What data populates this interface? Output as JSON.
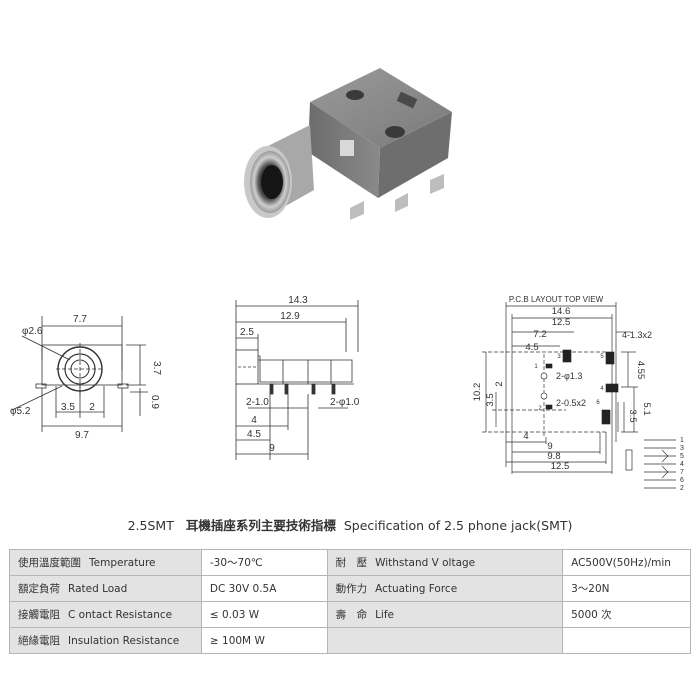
{
  "front_view": {
    "dim_top": "7.7",
    "dim_hole": "φ2.6",
    "dim_right": "3.7",
    "dim_left": "φ5.2",
    "dim_35": "3.5",
    "dim_2": "2",
    "dim_09": "0.9",
    "dim_bottom": "9.7"
  },
  "side_view": {
    "dim_143": "14.3",
    "dim_129": "12.9",
    "dim_25": "2.5",
    "dim_pin_left": "2-1.0",
    "dim_pin_right": "2-φ1.0",
    "dim_4": "4",
    "dim_45": "4.5",
    "dim_9": "9"
  },
  "pcb_view": {
    "title": "P.C.B LAYOUT TOP VIEW",
    "dim_146": "14.6",
    "dim_125_top": "12.5",
    "dim_72": "7.2",
    "dim_45_top": "4.5",
    "dim_hole": "2-φ1.3",
    "dim_slot": "2-0.5x2",
    "dim_pads": "4-1.3x2",
    "dim_102": "10.2",
    "dim_35_left": "3.5",
    "dim_2_left": "2",
    "dim_455": "4.55",
    "dim_51": "5.1",
    "dim_35_right": "3.5",
    "dim_4_bottom": "4",
    "dim_9_bottom": "9",
    "dim_98": "9.8",
    "dim_125_bottom": "12.5",
    "pad_numbers": [
      "1",
      "2",
      "3",
      "4",
      "5",
      "6"
    ],
    "schematic_pins": [
      "1",
      "3",
      "5",
      "4",
      "7",
      "6",
      "2"
    ]
  },
  "caption": {
    "model": "2.5SMT",
    "chinese": "耳機插座系列主要技術指標",
    "english": "Specification of 2.5 phone jack(SMT)"
  },
  "specs": [
    {
      "l_cn": "使用溫度範圍",
      "l_en": "Temperature",
      "l_val": "-30～70℃",
      "r_cn": "耐　壓",
      "r_en": "Withstand V oltage",
      "r_val": "AC500V(50Hz)/min"
    },
    {
      "l_cn": "額定負荷",
      "l_en": "Rated Load",
      "l_val": "DC  30V  0.5A",
      "r_cn": "動作力",
      "r_en": "Actuating Force",
      "r_val": "3～20N"
    },
    {
      "l_cn": "接觸電阻",
      "l_en": "C ontact Resistance",
      "l_val": "≤ 0.03 W",
      "r_cn": "壽　命",
      "r_en": "Life",
      "r_val": "5000  次"
    },
    {
      "l_cn": "絕緣電阻",
      "l_en": "Insulation Resistance",
      "l_val": "≥ 100M W",
      "r_cn": "",
      "r_en": "",
      "r_val": ""
    }
  ]
}
